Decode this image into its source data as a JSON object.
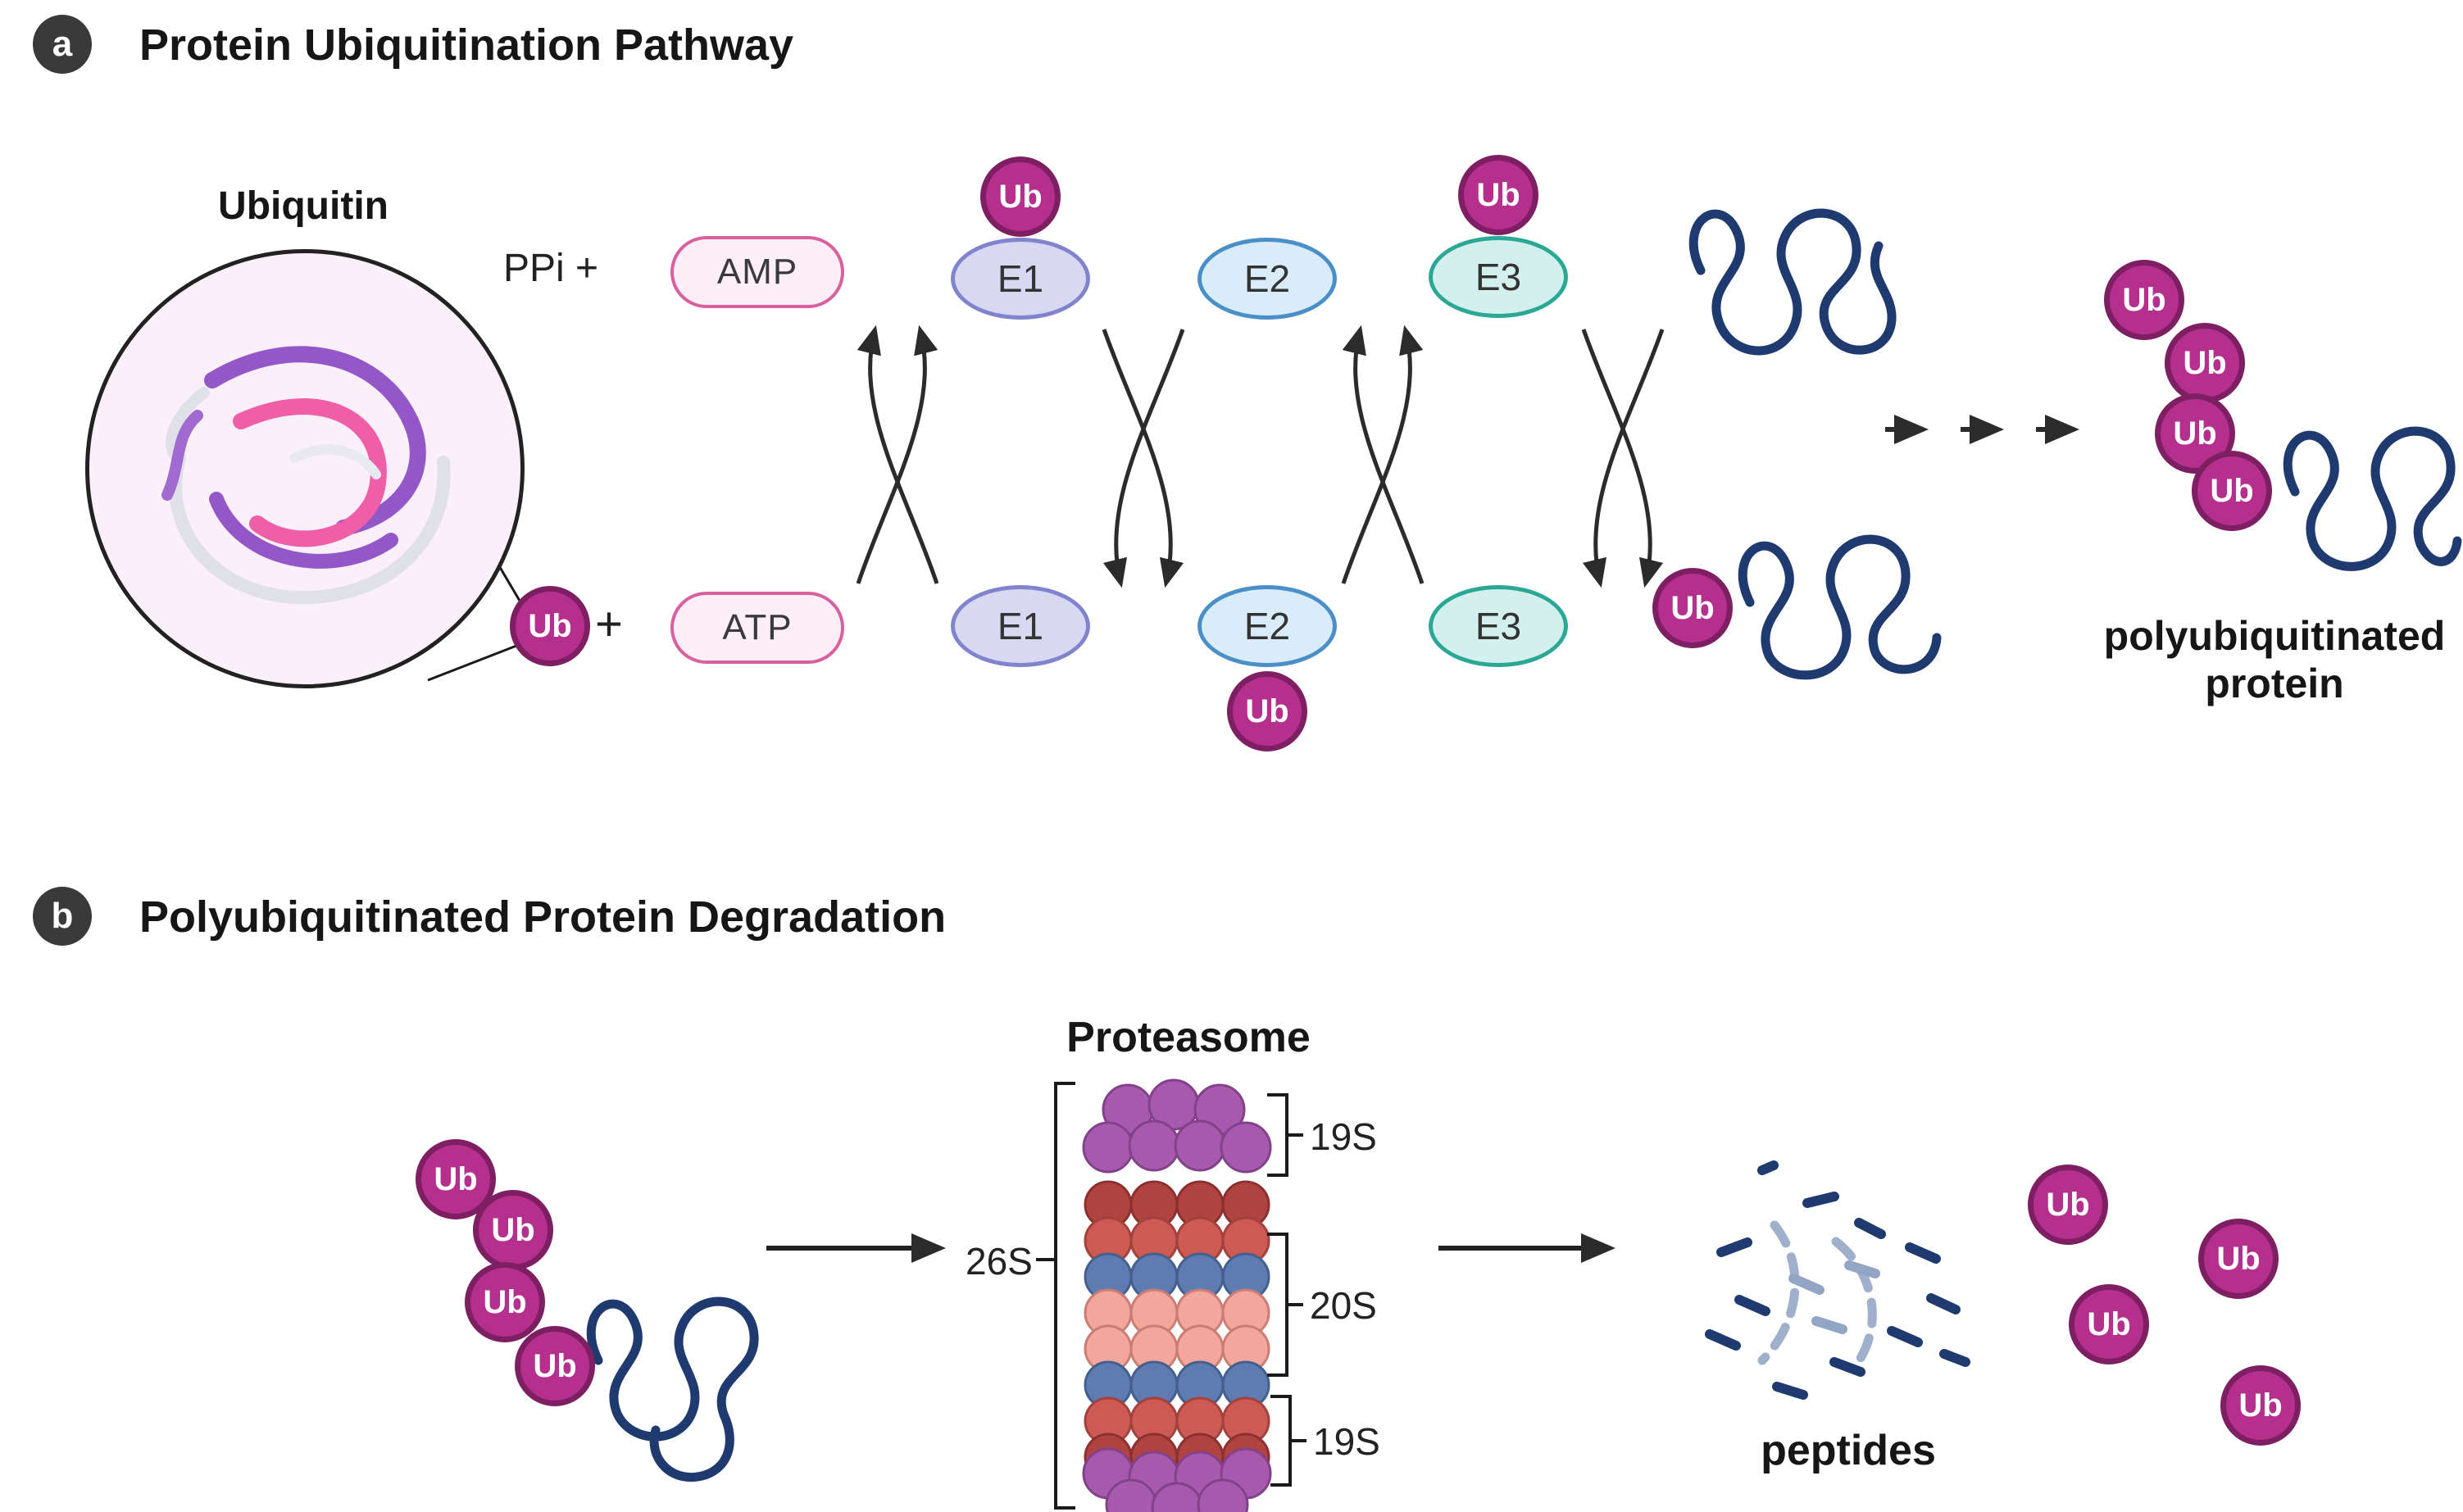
{
  "colors": {
    "ub_fill": "#b52f8d",
    "ub_border": "#7e1f63",
    "e1_fill": "#d9d8f3",
    "e2_fill": "#d8ecf9",
    "e3_fill": "#d3f0ec",
    "nucleotide_fill": "#fdeef7",
    "nucleotide_border": "#d8609f",
    "protein_navy": "#1e3a6e",
    "proteasome_purple": "#a75aad",
    "proteasome_red": "#cd5a54",
    "proteasome_dark_red": "#b04340",
    "proteasome_salmon": "#f2a79d",
    "proteasome_blue": "#5f7cb0"
  },
  "panel_a": {
    "badge": "a",
    "title": "Protein Ubiquitination Pathway",
    "ubiquitin_label": "Ubiquitin",
    "ub": "Ub",
    "ppi_plus": "PPi +",
    "plus": "+",
    "amp": "AMP",
    "atp": "ATP",
    "e1": "E1",
    "e2": "E2",
    "e3": "E3",
    "polyub_line1": "polyubiquitinated",
    "polyub_line2": "protein"
  },
  "panel_b": {
    "badge": "b",
    "title": "Polyubiquitinated Protein Degradation",
    "proteasome_label": "Proteasome",
    "s26": "26S",
    "s19_top": "19S",
    "s20": "20S",
    "s19_bottom": "19S",
    "peptides_label": "peptides",
    "ub": "Ub"
  }
}
